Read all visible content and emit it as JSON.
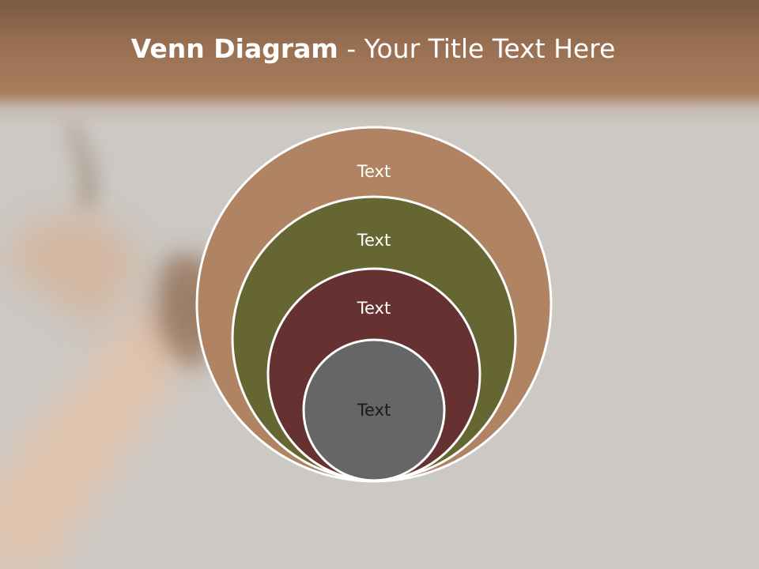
{
  "slide": {
    "title_bold": "Venn Diagram",
    "title_rest": " - Your Title Text Here"
  },
  "diagram": {
    "type": "stacked-venn",
    "circles": [
      {
        "label": "Text",
        "color": "#b08463",
        "text_color": "#ffffff"
      },
      {
        "label": "Text",
        "color": "#666633",
        "text_color": "#ffffff"
      },
      {
        "label": "Text",
        "color": "#663131",
        "text_color": "#ffffff"
      },
      {
        "label": "Text",
        "color": "#666666",
        "text_color": "#1a1a1a"
      }
    ],
    "outline_color": "#ffffff"
  },
  "colors": {
    "title_band": "#9a7053",
    "background": "#ccc8c4"
  }
}
